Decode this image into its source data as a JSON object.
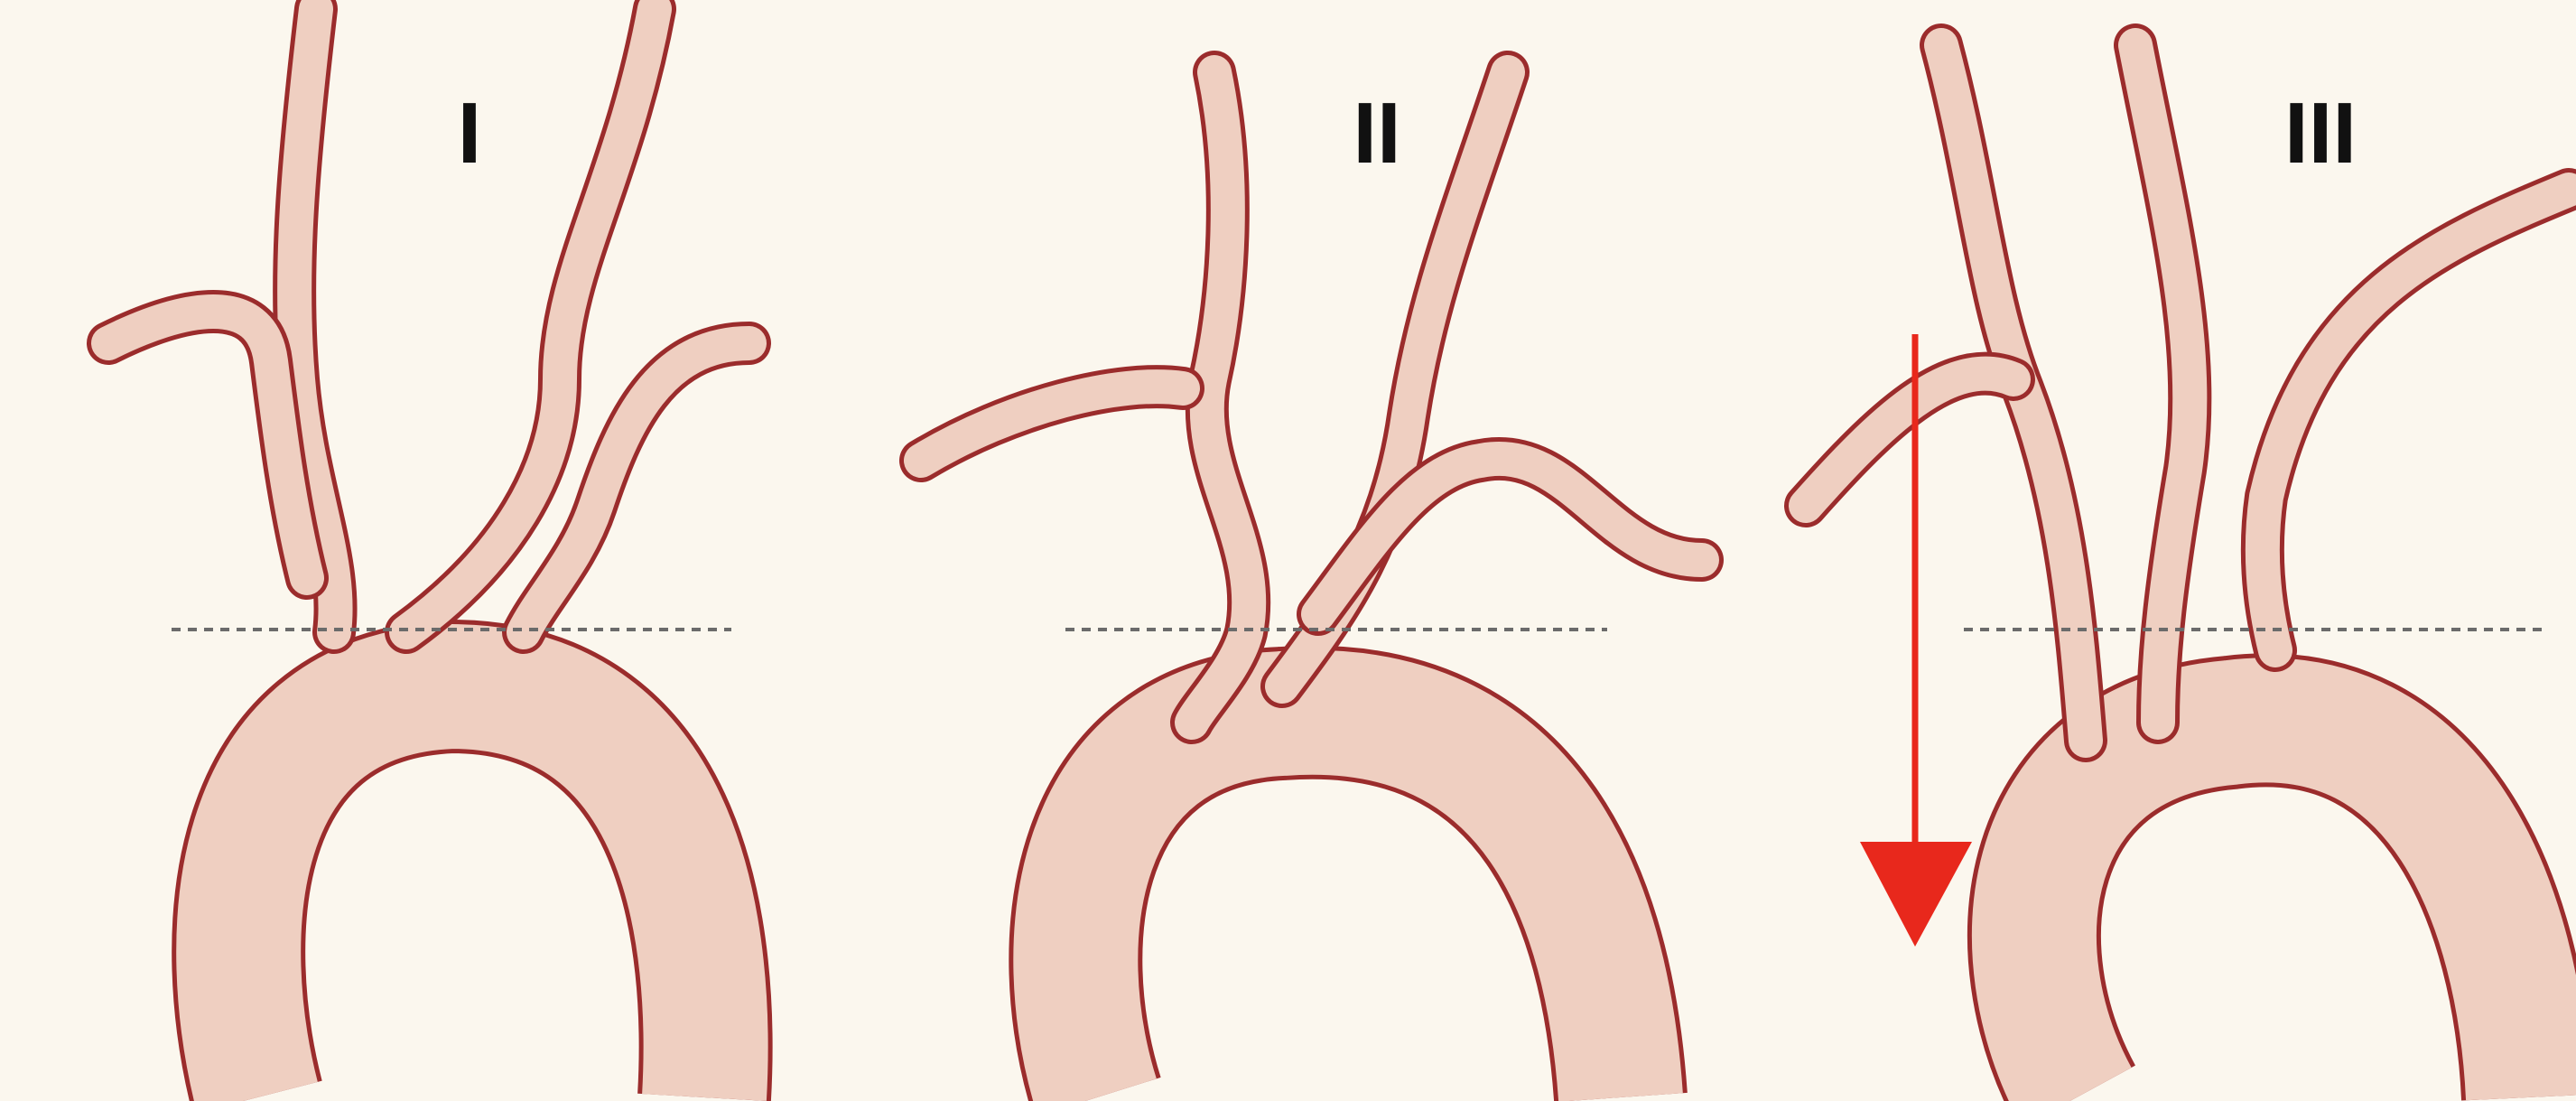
{
  "figure": {
    "panels": [
      {
        "id": "I",
        "label": "I"
      },
      {
        "id": "II",
        "label": "II"
      },
      {
        "id": "III",
        "label": "III"
      }
    ],
    "colors": {
      "background": "#fbf7ee",
      "vessel_wall": "#9b2c2c",
      "vessel_fill": "#efcfc1",
      "reference_line": "#6b6b6b",
      "arrow": "#e8281c"
    }
  }
}
